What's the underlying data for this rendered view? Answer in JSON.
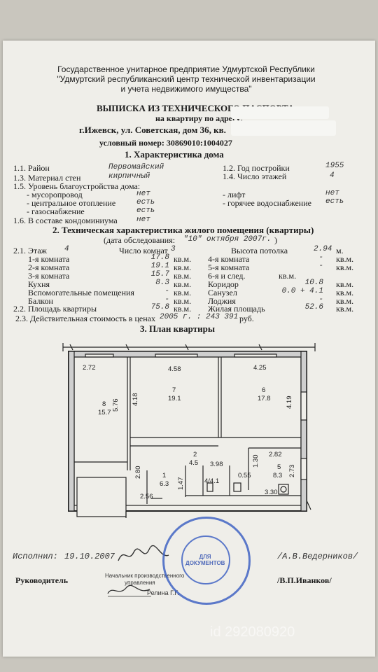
{
  "header": {
    "org1": "Государственное унитарное предприятие Удмуртской Республики",
    "org2": "\"Удмуртский республиканский центр технической инвентаризации",
    "org3": "и учета недвижимого имущества\"",
    "title": "ВЫПИСКА ИЗ ТЕХНИЧЕСКОГО ПАСПОРТА",
    "subtitle": "на квартиру по адресу:",
    "address": "г.Ижевск, ул. Советская, дом 36, кв.",
    "cond_number": "условный номер: 30869010:1004027"
  },
  "section1": {
    "title": "1. Характеристика дома",
    "district_label": "1.1. Район",
    "district_value": "Первомайский",
    "year_label": "1.2. Год постройки",
    "year_value": "1955",
    "material_label": "1.3. Материал стен",
    "material_value": "кирпичный",
    "floors_label": "1.4. Число этажей",
    "floors_value": "4",
    "amenities_label": "1.5. Уровень благоустройства дома:",
    "garbage_label": "- мусоропровод",
    "garbage_value": "нет",
    "lift_label": "- лифт",
    "lift_value": "нет",
    "heating_label": "- центральное отопление",
    "heating_value": "есть",
    "hotwater_label": "- горячее водоснабжение",
    "hotwater_value": "есть",
    "gas_label": "- газоснабжение",
    "gas_value": "есть",
    "condo_label": "1.6. В составе кондоминиума",
    "condo_value": "нет"
  },
  "section2": {
    "title": "2. Техническая характеристика жилого помещения (квартиры)",
    "date_prefix": "(дата обследования:",
    "date_value": "\"10\" октября 2007г.",
    "date_suffix": ")",
    "floor_label": "2.1. Этаж",
    "floor_value": "4",
    "rooms_label": "Число комнат",
    "rooms_value": "3",
    "ceiling_label": "Высота потолка",
    "ceiling_value": "2.94",
    "ceiling_unit": "м.",
    "unit": "кв.м.",
    "room1_label": "1-я комната",
    "room1_value": "17.8",
    "room2_label": "2-я комната",
    "room2_value": "19.1",
    "room3_label": "3-я комната",
    "room3_value": "15.7",
    "room4_label": "4-я комната",
    "room4_value": "-",
    "room5_label": "5-я комната",
    "room5_value": "-",
    "room6_label": "6-я и след.",
    "kitchen_label": "Кухня",
    "kitchen_value": "8.3",
    "corridor_label": "Коридор",
    "corridor_value": "10.8",
    "aux_label": "Вспомогательные помещения",
    "aux_value": "-",
    "bath_label": "Санузел",
    "bath_value": "0.0 + 4.1",
    "balcony_label": "Балкон",
    "balcony_value": "-",
    "loggia_label": "Лоджия",
    "loggia_value": "-",
    "area_label": "2.2. Площадь квартиры",
    "area_value": "75.8",
    "living_label": "Жилая площадь",
    "living_value": "52.6",
    "cost_label": "2.3. Действительная стоимость в ценах",
    "cost_value": "2005 г. : 243 391",
    "cost_unit": "руб."
  },
  "section3": {
    "title": "3. План квартиры",
    "plan_labels": [
      "2.72",
      "4.58",
      "4.25",
      "8",
      "15.7",
      "5.76",
      "4.18",
      "7",
      "19.1",
      "6",
      "17.8",
      "4.19",
      "2.80",
      "2",
      "4.5",
      "3.98",
      "1.30",
      "2.82",
      "5",
      "8.3",
      "2.73",
      "1",
      "6.3",
      "1.47",
      "4/4.1",
      "0.55",
      "2.56",
      "3.30"
    ]
  },
  "footer": {
    "executor_label": "Исполнил:",
    "executor_date": "19.10.2007",
    "executor_name": "/А.В.Ведерников/",
    "head_label": "Руководитель",
    "head_name": "/В.П.Иванков/",
    "dept_line1": "Начальник производственного",
    "dept_line2": "управления",
    "dept_name": "Релина Г.Г.",
    "stamp_text": "ДЛЯ ДОКУМЕНТОВ",
    "watermark": "id 292080920"
  },
  "colors": {
    "paper": "#efeee9",
    "ink": "#1a1a1a",
    "stamp": "#3b5fc2"
  }
}
